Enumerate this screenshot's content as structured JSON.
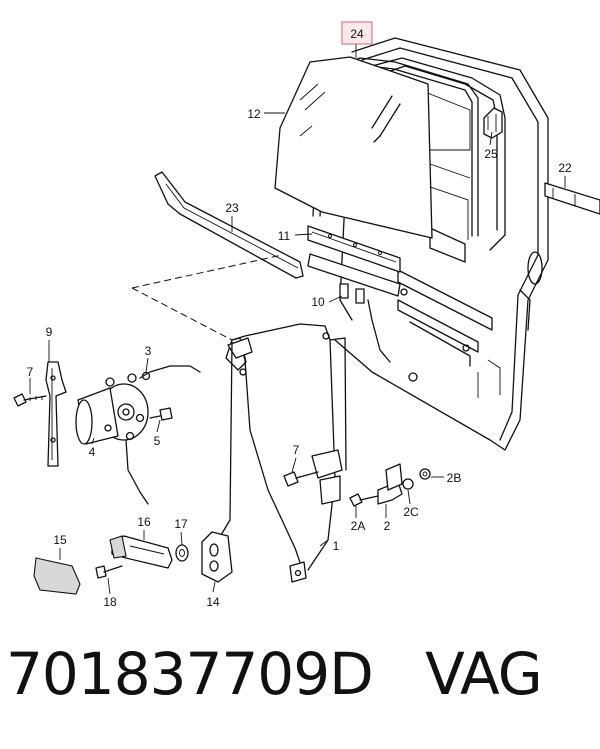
{
  "labels": {
    "l24": "24",
    "l12": "12",
    "l25": "25",
    "l22": "22",
    "l23": "23",
    "l11": "11",
    "l10": "10",
    "l9": "9",
    "l3": "3",
    "l7a": "7",
    "l4": "4",
    "l5": "5",
    "l7b": "7",
    "l2b": "2B",
    "l2a": "2A",
    "l2": "2",
    "l2c": "2C",
    "l1": "1",
    "l15": "15",
    "l16": "16",
    "l17": "17",
    "l18": "18",
    "l14": "14"
  },
  "highlight_color": "#e07a85",
  "footer": {
    "part_number": "701837709D",
    "brand": "VAG"
  }
}
